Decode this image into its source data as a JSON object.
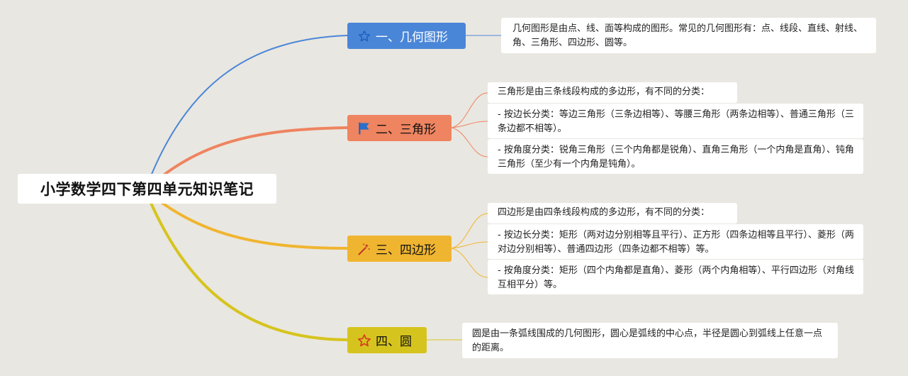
{
  "root": {
    "title": "小学数学四下第四单元知识笔记"
  },
  "branches": [
    {
      "label": "一、几何图形",
      "icon": "star-outline-icon",
      "color": "#4a86d8",
      "notes": [
        "几何图形是由点、线、面等构成的图形。常见的几何图形有：点、线段、直线、射线、角、三角形、四边形、圆等。"
      ]
    },
    {
      "label": "二、三角形",
      "icon": "flag-icon",
      "color": "#ee8460",
      "notes": [
        "三角形是由三条线段构成的多边形，有不同的分类：",
        "- 按边长分类：等边三角形（三条边相等）、等腰三角形（两条边相等）、普通三角形（三条边都不相等）。",
        "- 按角度分类：锐角三角形（三个内角都是锐角）、直角三角形（一个内角是直角）、钝角三角形（至少有一个内角是钝角）。"
      ]
    },
    {
      "label": "三、四边形",
      "icon": "magic-wand-icon",
      "color": "#f0b530",
      "notes": [
        "四边形是由四条线段构成的多边形，有不同的分类：",
        "- 按边长分类：矩形（两对边分别相等且平行）、正方形（四条边相等且平行）、菱形（两对边分别相等）、普通四边形（四条边都不相等）等。",
        "- 按角度分类：矩形（四个内角都是直角）、菱形（两个内角相等）、平行四边形（对角线互相平分）等。"
      ]
    },
    {
      "label": "四、圆",
      "icon": "star-outline-icon",
      "color": "#d6c41e",
      "notes": [
        "圆是由一条弧线围成的几何图形，圆心是弧线的中心点，半径是圆心到弧线上任意一点的距离。"
      ]
    }
  ]
}
